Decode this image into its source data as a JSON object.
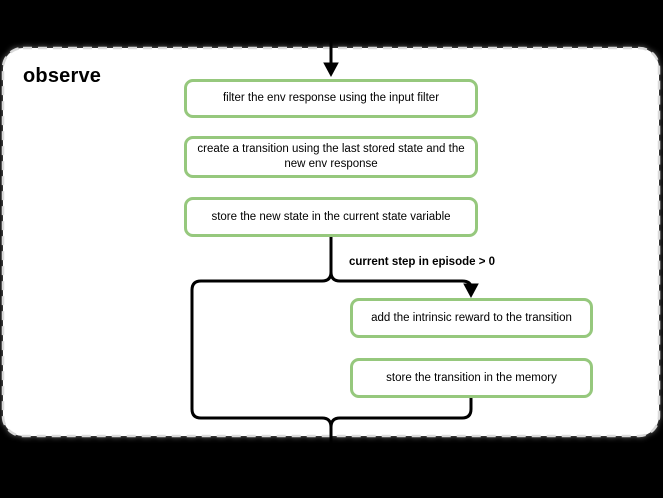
{
  "colors": {
    "node_border": "#96c87d",
    "node_fill": "#ffffff",
    "connector": "#000000",
    "panel_border": "#d9d9d9",
    "panel_fill": "#ffffff",
    "canvas_bg": "#000000",
    "text": "#000000"
  },
  "diagram": {
    "type": "flowchart",
    "group_title": "observe",
    "condition_label": "current step in episode > 0",
    "nodes": [
      {
        "id": "filter-env-response",
        "label": "filter the env response using the input filter"
      },
      {
        "id": "create-transition",
        "label": "create a transition using the last stored state and the new env response"
      },
      {
        "id": "store-new-state",
        "label": "store the new state in the current state variable"
      },
      {
        "id": "add-intrinsic-reward",
        "label": "add the intrinsic reward to the transition"
      },
      {
        "id": "store-transition",
        "label": "store the transition in the memory"
      }
    ],
    "edges": [
      {
        "from": "top",
        "to": "filter-env-response",
        "arrow": true
      },
      {
        "from": "store-new-state",
        "to": "add-intrinsic-reward",
        "arrow": true,
        "label": "current step in episode > 0"
      },
      {
        "from": "store-new-state",
        "to": "bottom-exit",
        "arrow": false
      },
      {
        "from": "store-transition",
        "to": "bottom-exit",
        "arrow": false
      }
    ]
  }
}
